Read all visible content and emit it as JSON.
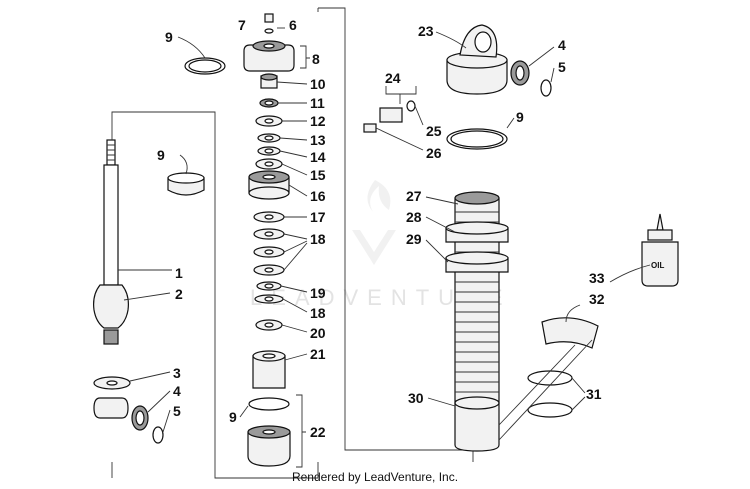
{
  "diagram": {
    "watermark_text": "LEADVENTURE",
    "credit": "Rendered by LeadVenture, Inc.",
    "oil_label": "OIL",
    "callouts": [
      "1",
      "2",
      "3",
      "4",
      "5",
      "6",
      "7",
      "8",
      "9",
      "10",
      "11",
      "12",
      "13",
      "14",
      "15",
      "16",
      "17",
      "18",
      "19",
      "20",
      "21",
      "22",
      "23",
      "24",
      "25",
      "26",
      "27",
      "28",
      "29",
      "30",
      "31",
      "32",
      "33"
    ]
  }
}
